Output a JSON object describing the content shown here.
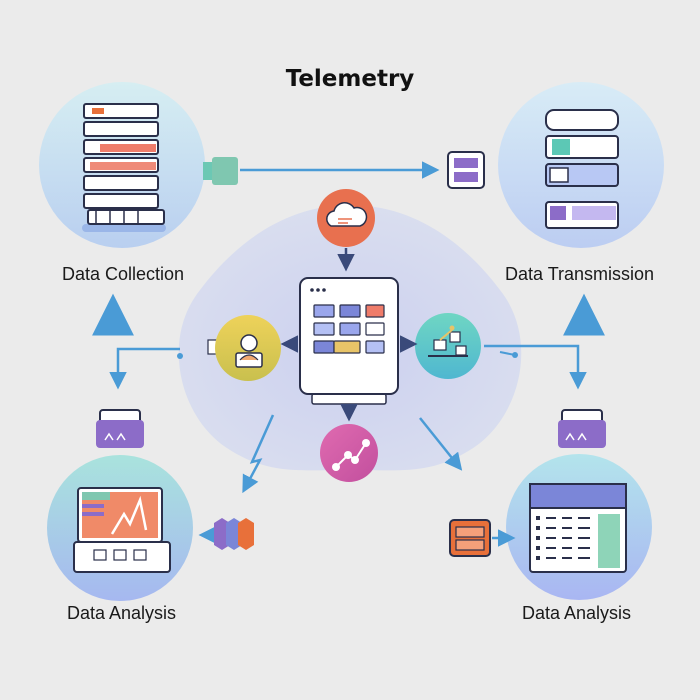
{
  "title": "Telemetry",
  "nodes": {
    "collection": {
      "label": "Data Collection"
    },
    "transmission": {
      "label": "Data Transmission"
    },
    "analysis_left": {
      "label": "Data Analysis"
    },
    "analysis_right": {
      "label": "Data Analysis"
    }
  },
  "icons": {
    "server_stack": "server-stack-icon",
    "cloud": "cloud-icon",
    "dashboard": "dashboard-icon",
    "user": "user-icon",
    "network": "network-icon",
    "graph": "graph-icon",
    "monitor_chart": "monitor-chart-icon",
    "spreadsheet": "spreadsheet-icon"
  },
  "colors": {
    "background": "#ebebeb",
    "arrow": "#4a9bd6",
    "arrow_dark": "#3a4a7a",
    "cloud_badge": "#e8704f",
    "user_badge": "#e3c84a",
    "network_badge": "#5cc8b5",
    "graph_badge": "#d45a9f",
    "accent_purple": "#8c6cc8",
    "accent_orange": "#e8703a"
  }
}
